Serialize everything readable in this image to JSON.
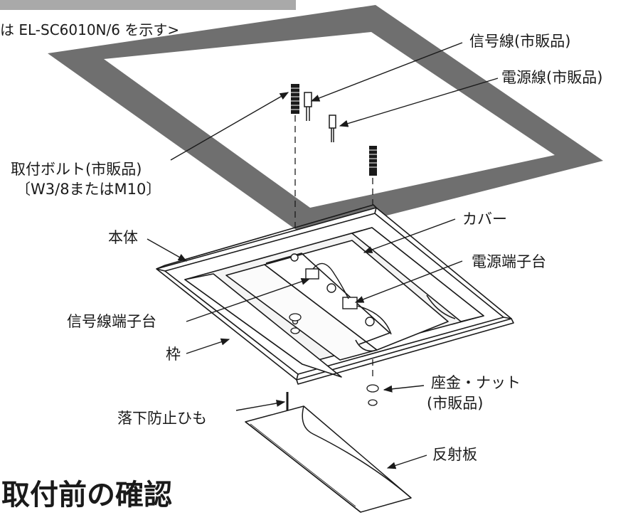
{
  "header_note": "は EL-SC6010N/6 を示す>",
  "section_heading": "取付前の確認",
  "labels": {
    "signal_wire": "信号線(市販品)",
    "power_wire": "電源線(市販品)",
    "mount_bolt": "取付ボルト(市販品)",
    "bolt_spec": "〔W3/8またはM10〕",
    "cover": "カバー",
    "body": "本体",
    "power_terminal": "電源端子台",
    "signal_terminal": "信号線端子台",
    "frame": "枠",
    "washer_nut": "座金・ナット",
    "washer_nut_note": "(市販品)",
    "safety_cord": "落下防止ひも",
    "reflector": "反射板"
  },
  "colors": {
    "ceiling_border": "#6f6f6f",
    "banner": "#a9a9a9",
    "line": "#1a1a1a"
  }
}
